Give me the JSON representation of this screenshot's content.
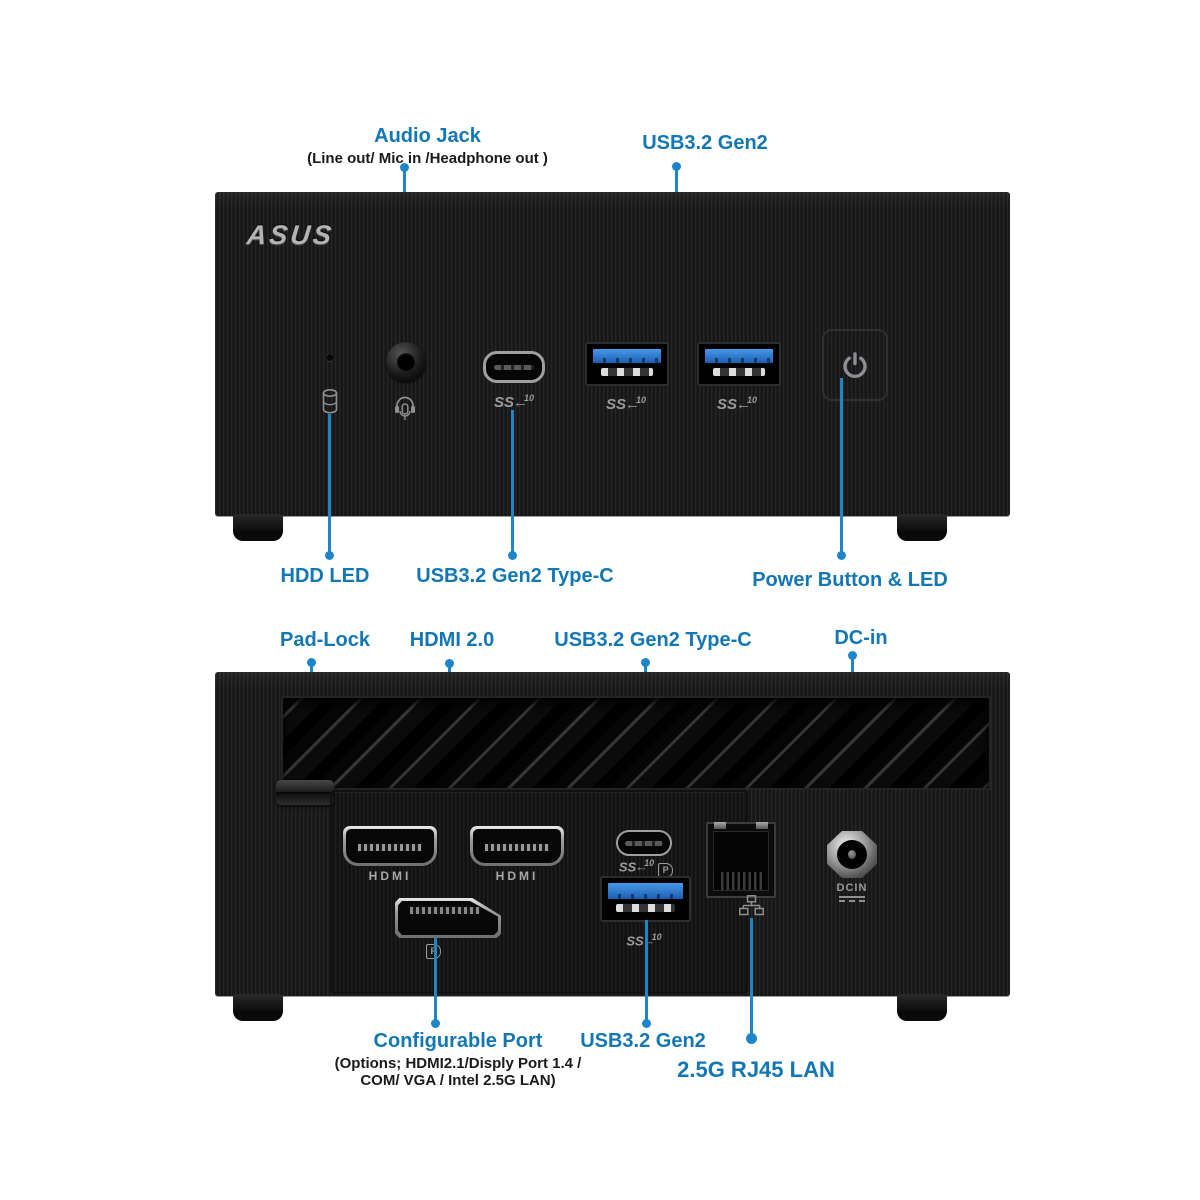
{
  "colors": {
    "label_blue": "#1377b4",
    "line_blue": "#1e86c8",
    "usb_blue": "#2b71cf"
  },
  "port_marks": {
    "ss": "SS",
    "arrow": "←",
    "ten": "10"
  },
  "front_view": {
    "brand_logo": "ASUS",
    "top_annotations": {
      "audio_jack": {
        "label": "Audio Jack",
        "subtitle": "(Line out/ Mic in /Headphone out )"
      },
      "usb_gen2": {
        "label": "USB3.2 Gen2"
      }
    },
    "bottom_annotations": {
      "hdd_led": {
        "label": "HDD LED"
      },
      "usb_typec": {
        "label": "USB3.2 Gen2 Type-C"
      },
      "power": {
        "label": "Power Button & LED"
      }
    }
  },
  "rear_view": {
    "top_annotations": {
      "pad_lock": {
        "label": "Pad-Lock"
      },
      "hdmi": {
        "label": "HDMI 2.0"
      },
      "usb_typec": {
        "label": "USB3.2 Gen2 Type-C"
      },
      "dc_in": {
        "label": "DC-in"
      }
    },
    "bottom_annotations": {
      "configurable": {
        "label": "Configurable Port",
        "subtitle_line1": "(Options; HDMI2.1/Disply Port 1.4 /",
        "subtitle_line2": "COM/ VGA / Intel 2.5G LAN)"
      },
      "usb_gen2": {
        "label": "USB3.2 Gen2"
      },
      "lan": {
        "label": "2.5G RJ45 LAN"
      }
    },
    "port_labels": {
      "hdmi": "HDMI",
      "dcin": "DCIN",
      "dp_logo": "P"
    }
  }
}
